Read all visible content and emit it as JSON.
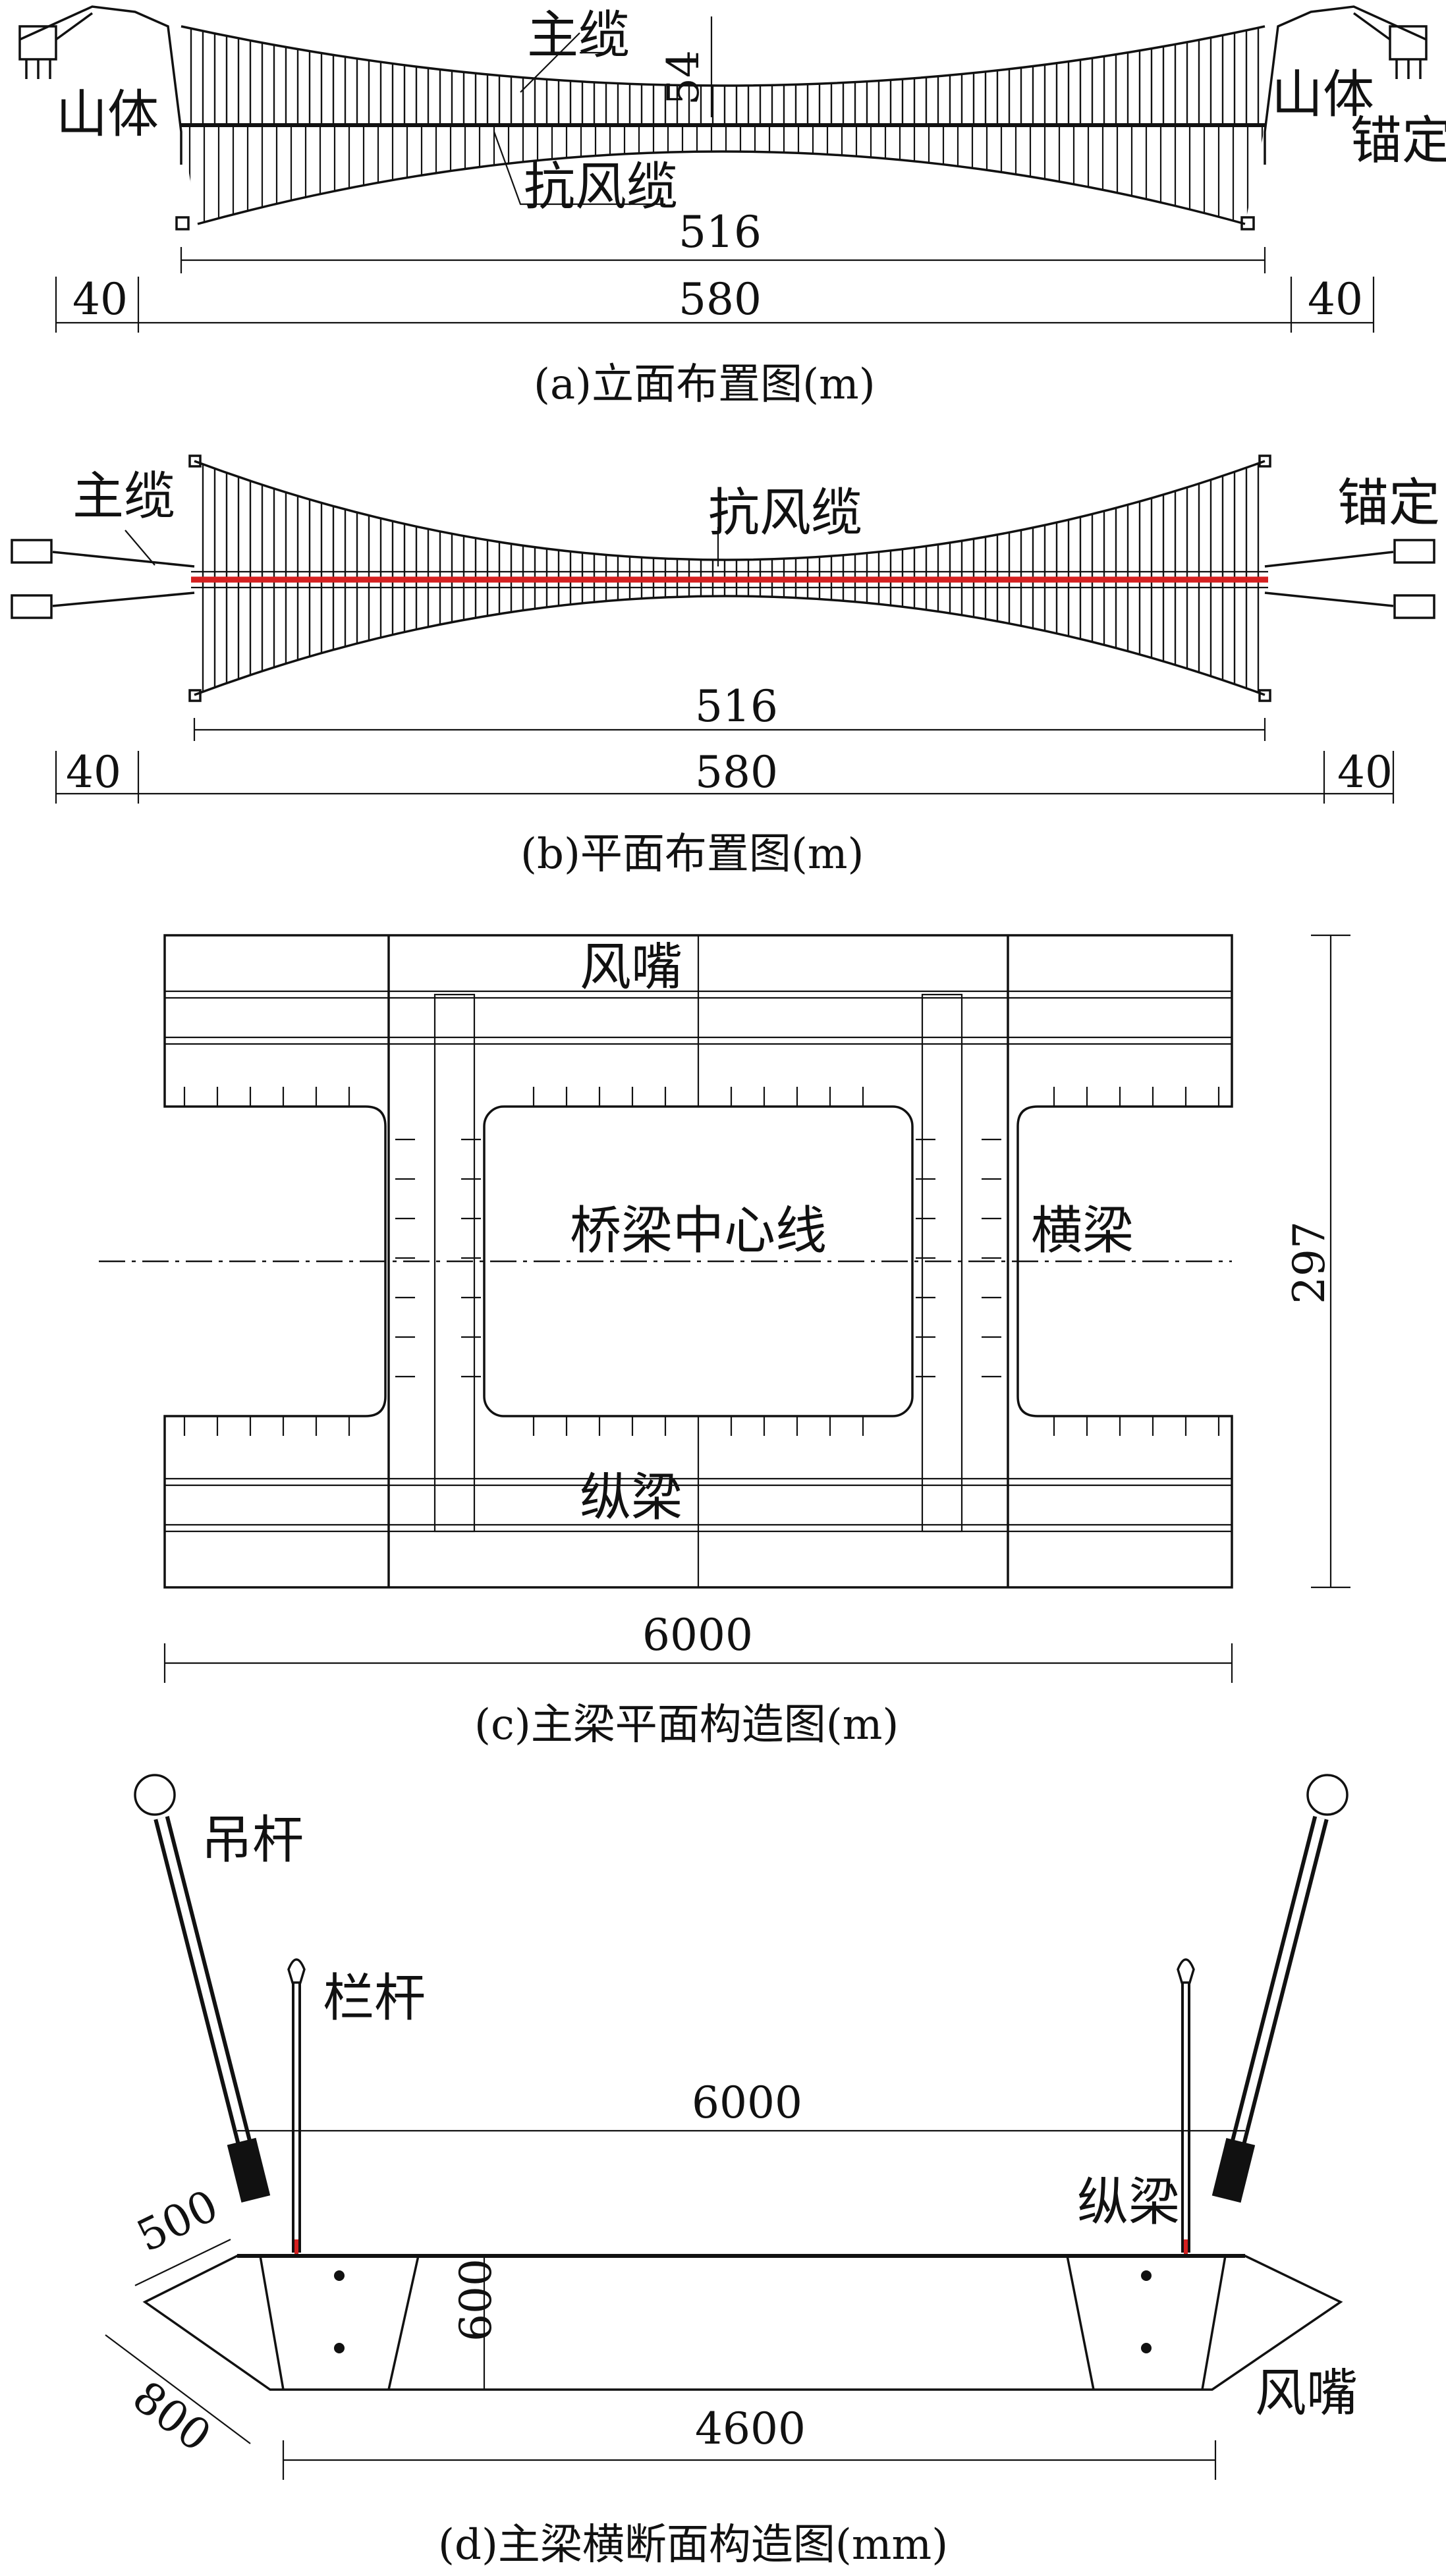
{
  "colors": {
    "ink": "#111111",
    "wind_cable": "#d52020",
    "background": "#ffffff"
  },
  "panel_a": {
    "caption": "(a)立面布置图(m)",
    "labels": {
      "main_cable": "主缆",
      "wind_cable": "抗风缆",
      "mountain_left": "山体",
      "mountain_right": "山体",
      "anchor": "锚定"
    },
    "dims": {
      "sag": "54",
      "span_inner": "516",
      "span_main": "580",
      "side_left": "40",
      "side_right": "40"
    }
  },
  "panel_b": {
    "caption": "(b)平面布置图(m)",
    "labels": {
      "main_cable": "主缆",
      "wind_cable": "抗风缆",
      "anchor": "锚定"
    },
    "dims": {
      "span_inner": "516",
      "span_main": "580",
      "side_left": "40",
      "side_right": "40"
    }
  },
  "panel_c": {
    "caption": "(c)主梁平面构造图(m)",
    "labels": {
      "wind_nose": "风嘴",
      "centerline": "桥梁中心线",
      "cross_beam": "横梁",
      "long_beam": "纵梁"
    },
    "dims": {
      "width": "297",
      "length": "6000"
    }
  },
  "panel_d": {
    "caption": "(d)主梁横断面构造图(mm)",
    "labels": {
      "hanger": "吊杆",
      "railing": "栏杆",
      "long_beam": "纵梁",
      "wind_nose": "风嘴"
    },
    "dims": {
      "top_width": "6000",
      "nose_top": "500",
      "nose_slope": "800",
      "depth": "600",
      "bottom_width": "4600"
    }
  }
}
